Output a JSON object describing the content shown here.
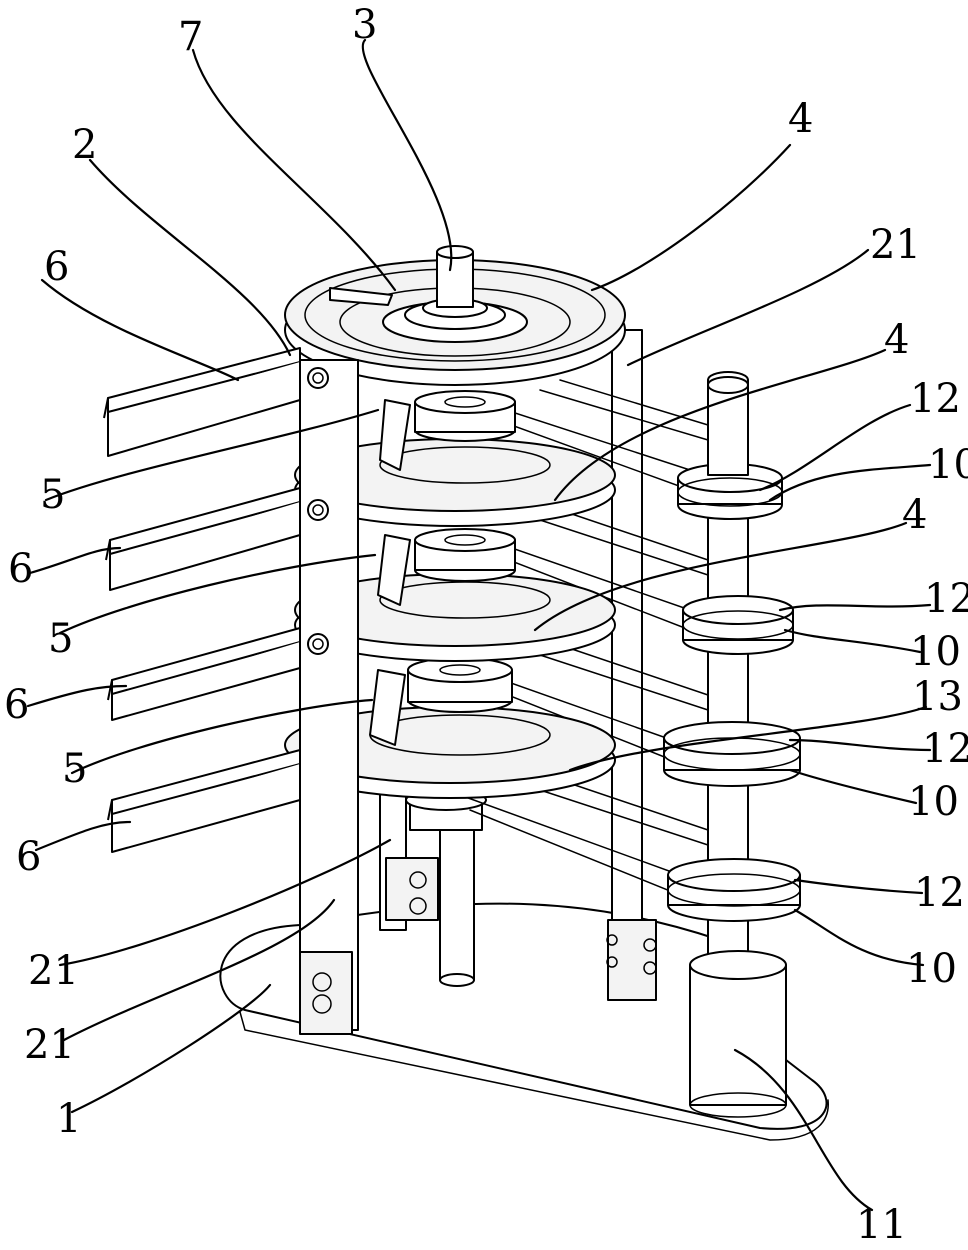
{
  "labels": [
    {
      "key": "3",
      "text": "3"
    },
    {
      "key": "7",
      "text": "7"
    },
    {
      "key": "2",
      "text": "2"
    },
    {
      "key": "4a",
      "text": "4"
    },
    {
      "key": "21a",
      "text": "21"
    },
    {
      "key": "6a",
      "text": "6"
    },
    {
      "key": "4b",
      "text": "4"
    },
    {
      "key": "12a",
      "text": "12"
    },
    {
      "key": "10a",
      "text": "10"
    },
    {
      "key": "5a",
      "text": "5"
    },
    {
      "key": "4c",
      "text": "4"
    },
    {
      "key": "6b",
      "text": "6"
    },
    {
      "key": "12b",
      "text": "12"
    },
    {
      "key": "5b",
      "text": "5"
    },
    {
      "key": "10b",
      "text": "10"
    },
    {
      "key": "6c",
      "text": "6"
    },
    {
      "key": "13",
      "text": "13"
    },
    {
      "key": "12c",
      "text": "12"
    },
    {
      "key": "5c",
      "text": "5"
    },
    {
      "key": "10c",
      "text": "10"
    },
    {
      "key": "6d",
      "text": "6"
    },
    {
      "key": "12d",
      "text": "12"
    },
    {
      "key": "21b",
      "text": "21"
    },
    {
      "key": "10d",
      "text": "10"
    },
    {
      "key": "21c",
      "text": "21"
    },
    {
      "key": "1",
      "text": "1"
    },
    {
      "key": "11",
      "text": "11"
    }
  ]
}
